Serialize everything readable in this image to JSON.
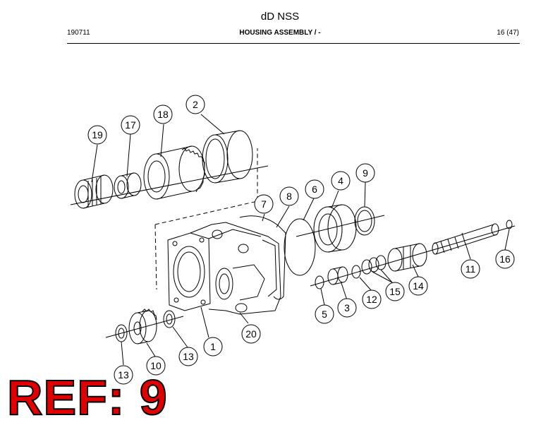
{
  "header": {
    "title": "dD NSS",
    "doc_number": "190711",
    "section": "HOUSING ASSEMBLY / -",
    "page": "16 (47)"
  },
  "callouts": [
    "1",
    "2",
    "3",
    "4",
    "5",
    "6",
    "7",
    "8",
    "9",
    "10",
    "11",
    "12",
    "13",
    "13",
    "14",
    "15",
    "16",
    "17",
    "18",
    "19",
    "20"
  ],
  "ref_label": "REF: 9",
  "colors": {
    "ref_fill": "#e00000",
    "ref_outline": "#000000"
  }
}
